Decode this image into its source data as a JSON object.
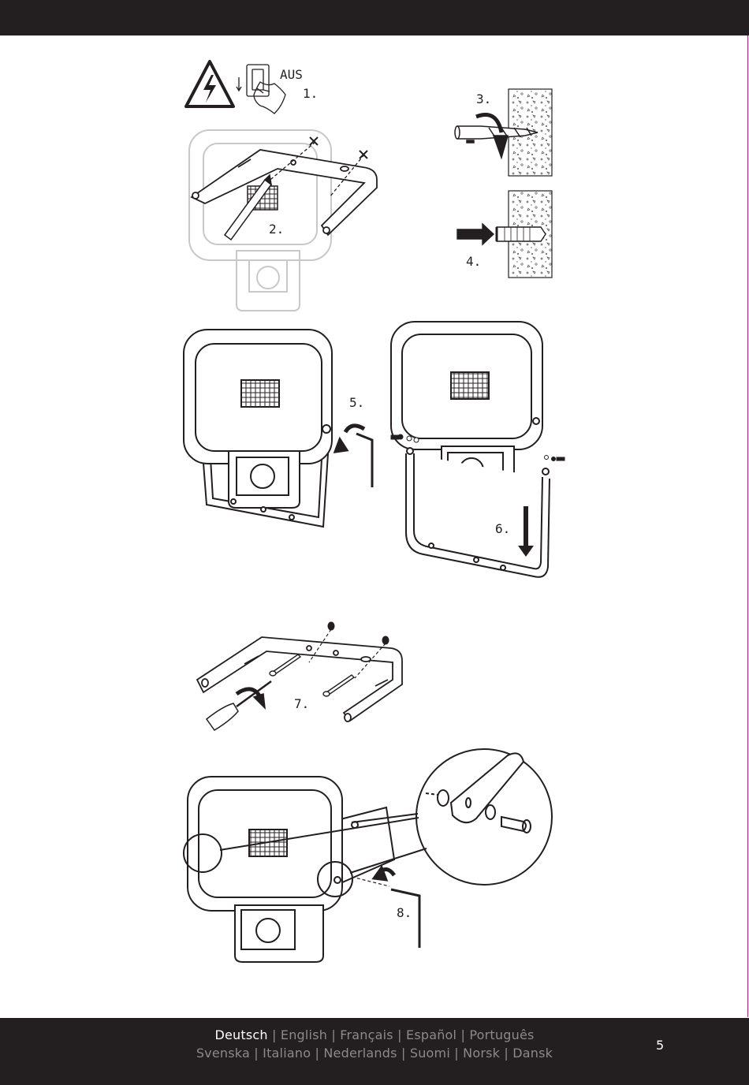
{
  "steps": {
    "s1": "1.",
    "s2": "2.",
    "s3": "3.",
    "s4": "4.",
    "s5": "5.",
    "s6": "6.",
    "s7": "7.",
    "s8": "8.",
    "switch_label": "AUS"
  },
  "icons": [
    "warning-icon",
    "light-switch-icon",
    "drill-icon",
    "wall-plug-icon",
    "allen-key-icon",
    "screwdriver-icon",
    "screw-icon"
  ],
  "footer": {
    "languages_line1": [
      "Deutsch",
      "English",
      "Français",
      "Español",
      "Português"
    ],
    "languages_line2": [
      "Svenska",
      "Italiano",
      "Nederlands",
      "Suomi",
      "Norsk",
      "Dansk"
    ],
    "separator": "|",
    "active_language": "Deutsch",
    "page_number": "5"
  },
  "colors": {
    "bar": "#231f20",
    "active_text": "#ffffff",
    "inactive_text": "#8a8a8a",
    "accent": "#d01a7a"
  }
}
